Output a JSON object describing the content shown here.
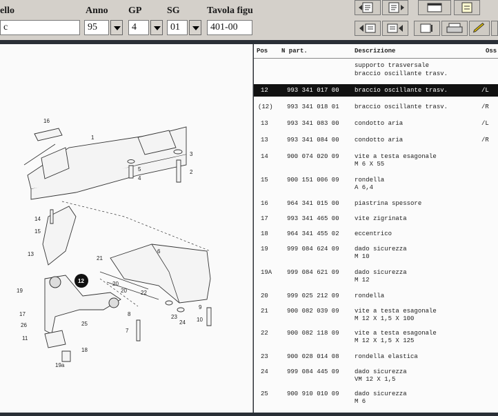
{
  "header": {
    "model_label": "ello",
    "year_label": "Anno",
    "gp_label": "GP",
    "sg_label": "SG",
    "table_label": "Tavola figu",
    "model_value": "c",
    "year_value": "95",
    "gp_value": "4",
    "sg_value": "01",
    "table_value": "401-00"
  },
  "toolbar": {
    "icons": [
      "book-forward-icon",
      "book-back-icon",
      "window-icon",
      "note-icon",
      "arrow-left-icon",
      "book-next-icon",
      "book-last-icon",
      "printer-icon",
      "pencil-icon",
      "image-icon"
    ]
  },
  "table": {
    "columns": {
      "pos": "Pos",
      "n": "N part.",
      "desc": "Descrizione",
      "oss": "Oss"
    },
    "title_lines": [
      "supporto trasversale",
      "braccio oscillante trasv."
    ],
    "rows": [
      {
        "pos": "12",
        "n": "993 341 017 00",
        "desc": "braccio oscillante trasv.",
        "desc2": "",
        "note": "/L",
        "selected": true
      },
      {
        "pos": "(12)",
        "n": "993 341 018 01",
        "desc": "braccio oscillante trasv.",
        "desc2": "",
        "note": "/R",
        "selected": false
      },
      {
        "pos": "13",
        "n": "993 341 083 00",
        "desc": "condotto aria",
        "desc2": "",
        "note": "/L",
        "selected": false
      },
      {
        "pos": "13",
        "n": "993 341 084 00",
        "desc": "condotto aria",
        "desc2": "",
        "note": "/R",
        "selected": false
      },
      {
        "pos": "14",
        "n": "900 074 020 09",
        "desc": "vite a testa esagonale",
        "desc2": "M 6 X 55",
        "note": "",
        "selected": false
      },
      {
        "pos": "15",
        "n": "900 151 006 09",
        "desc": "rondella",
        "desc2": "A 6,4",
        "note": "",
        "selected": false
      },
      {
        "pos": "16",
        "n": "964 341 015 00",
        "desc": "piastrina spessore",
        "desc2": "",
        "note": "",
        "selected": false
      },
      {
        "pos": "17",
        "n": "993 341 465 00",
        "desc": "vite zigrinata",
        "desc2": "",
        "note": "",
        "selected": false
      },
      {
        "pos": "18",
        "n": "964 341 455 02",
        "desc": "eccentrico",
        "desc2": "",
        "note": "",
        "selected": false
      },
      {
        "pos": "19",
        "n": "999 084 624 09",
        "desc": "dado sicurezza",
        "desc2": "M 10",
        "note": "",
        "selected": false
      },
      {
        "pos": "19A",
        "n": "999 084 621 09",
        "desc": "dado sicurezza",
        "desc2": "M 12",
        "note": "",
        "selected": false
      },
      {
        "pos": "20",
        "n": "999 025 212 09",
        "desc": "rondella",
        "desc2": "",
        "note": "",
        "selected": false
      },
      {
        "pos": "21",
        "n": "900 082 039 09",
        "desc": "vite a testa esagonale",
        "desc2": "M 12 X 1,5 X 100",
        "note": "",
        "selected": false
      },
      {
        "pos": "22",
        "n": "900 082 118 09",
        "desc": "vite a testa esagonale",
        "desc2": "M 12 X 1,5 X 125",
        "note": "",
        "selected": false
      },
      {
        "pos": "23",
        "n": "900 028 014 08",
        "desc": "rondella elastica",
        "desc2": "",
        "note": "",
        "selected": false
      },
      {
        "pos": "24",
        "n": "999 084 445 09",
        "desc": "dado sicurezza",
        "desc2": "VM 12 X 1,5",
        "note": "",
        "selected": false
      },
      {
        "pos": "25",
        "n": "900 910 010 09",
        "desc": "dado sicurezza",
        "desc2": "M 6",
        "note": "",
        "selected": false
      }
    ]
  },
  "diagram": {
    "callouts": [
      "16",
      "1",
      "3",
      "5",
      "4",
      "2",
      "14",
      "15",
      "13",
      "6",
      "21",
      "12",
      "19",
      "20",
      "20",
      "22",
      "17",
      "26",
      "25",
      "8",
      "23",
      "24",
      "9",
      "10",
      "7",
      "11",
      "18",
      "19a"
    ]
  }
}
